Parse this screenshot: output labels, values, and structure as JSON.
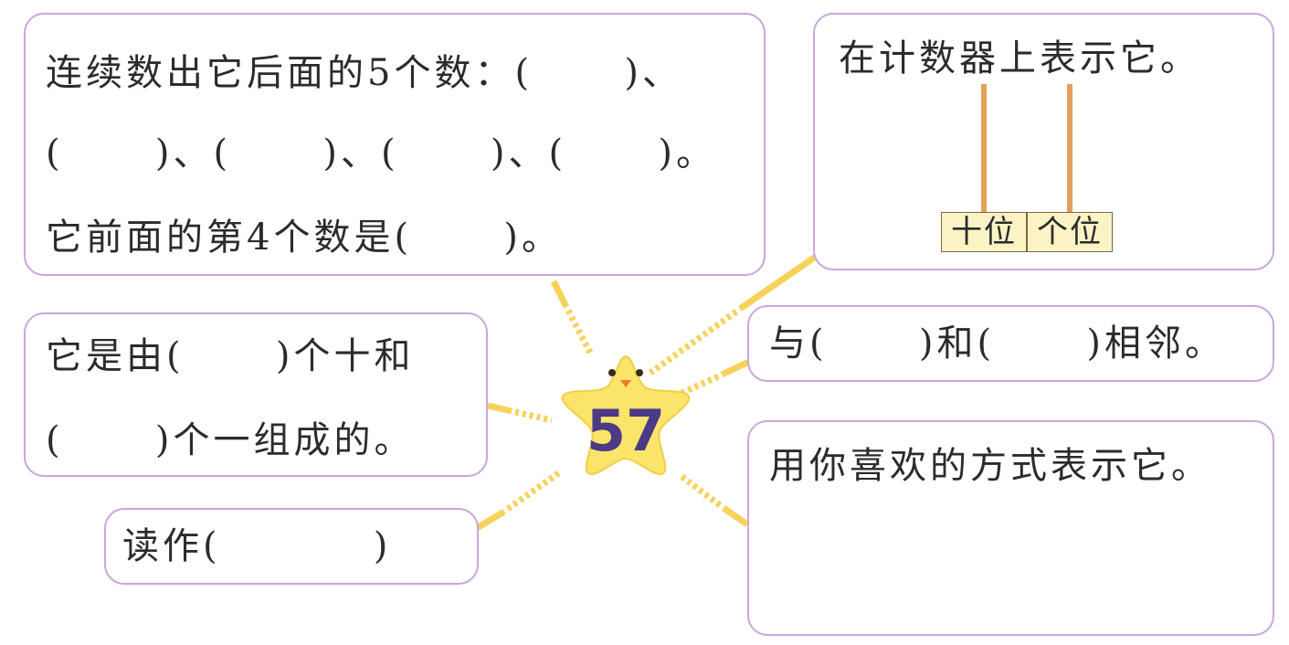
{
  "center_number": "57",
  "boxes": {
    "after_numbers": {
      "line1": "连续数出它后面的5个数：(      )、",
      "line2": "(      )、(      )、(      )、(      )。",
      "line3": "它前面的第4个数是(      )。"
    },
    "abacus": {
      "title": "在计数器上表示它。",
      "tens_label": "十位",
      "ones_label": "个位"
    },
    "composition": {
      "line1": "它是由(      )个十和",
      "line2": "(      )个一组成的。"
    },
    "read_as": {
      "line1": "读作(          )"
    },
    "neighbors": {
      "line1": "与(      )和(      )相邻。"
    },
    "represent": {
      "line1": "用你喜欢的方式表示它。"
    }
  },
  "colors": {
    "box_border": "#c9a6dc",
    "ray": "#f6d25a",
    "star_fill": "#fbe46a",
    "number": "#4b3a86",
    "rod": "#e3a15c"
  }
}
